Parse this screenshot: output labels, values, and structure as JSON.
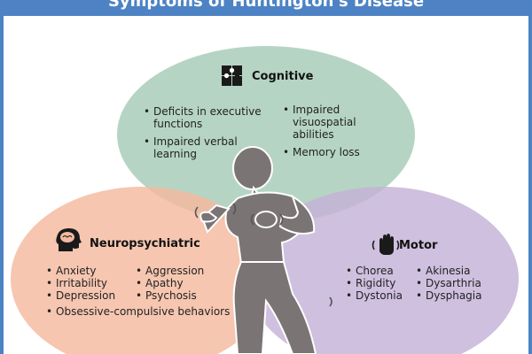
{
  "title": "Symptoms of Huntington's Disease",
  "cognitive": {
    "title": "Cognitive",
    "icon": "puzzle-icon",
    "items_left": [
      "Deficits in executive functions",
      "Impaired verbal learning"
    ],
    "items_right": [
      "Impaired visuospatial abilities",
      "Memory loss"
    ]
  },
  "neuro": {
    "title": "Neuropsychiatric",
    "icon": "brain-head-icon",
    "items_left": [
      "Anxiety",
      "Irritability",
      "Depression"
    ],
    "items_right": [
      "Aggression",
      "Apathy",
      "Psychosis"
    ],
    "items_wide": [
      "Obsessive-compulsive behaviors"
    ]
  },
  "motor": {
    "title": "Motor",
    "icon": "shaking-hand-icon",
    "items_left": [
      "Chorea",
      "Rigidity",
      "Dystonia"
    ],
    "items_right": [
      "Akinesia",
      "Dysarthria",
      "Dysphagia"
    ]
  },
  "colors": {
    "banner": "#4d83c4",
    "cognitive": "#a9ccb9",
    "neuro": "#f4b99f",
    "motor": "#c5b2d8",
    "figure": "#7a7574"
  }
}
